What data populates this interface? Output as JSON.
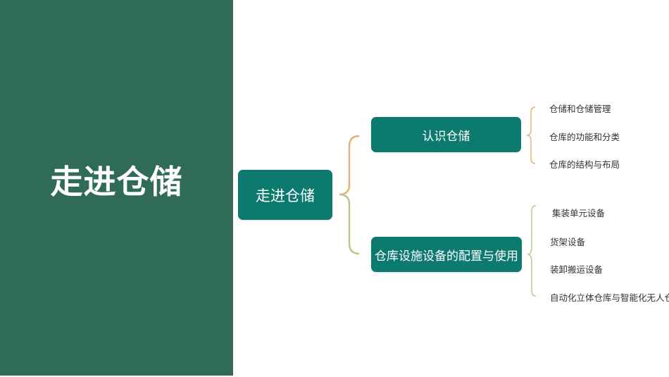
{
  "slide": {
    "title": "走进仓储",
    "colors": {
      "panel": "#2f6b57",
      "node": "#0c7a6f",
      "brace_top": "#e2b278",
      "brace_bottom": "#b9c98d"
    }
  },
  "mindmap": {
    "root": "走进仓储",
    "branches": [
      {
        "label": "认识仓储",
        "children": [
          "仓储和仓储管理",
          "仓库的功能和分类",
          "仓库的结构与布局"
        ]
      },
      {
        "label": "仓库设施设备的配置与使用",
        "children": [
          "集装单元设备",
          "货架设备",
          "装卸搬运设备",
          "自动化立体仓库与智能化无人仓"
        ]
      }
    ]
  }
}
